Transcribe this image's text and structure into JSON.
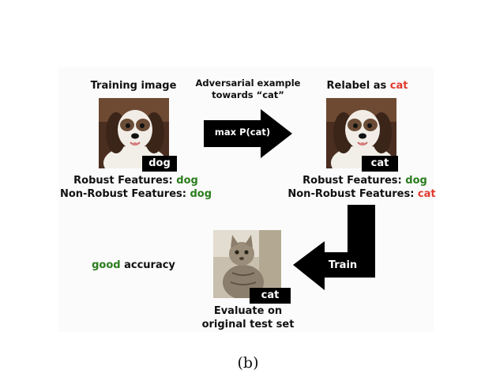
{
  "left": {
    "title": "Training image",
    "tag": "dog",
    "robust_prefix": "Robust Features: ",
    "robust_value": "dog",
    "nonrobust_prefix": "Non-Robust Features: ",
    "nonrobust_value": "dog"
  },
  "middle": {
    "title_line1": "Adversarial example",
    "title_line2": "towards “cat”",
    "arrow_label": "max P(cat)"
  },
  "right": {
    "title_prefix": "Relabel as ",
    "title_value": "cat",
    "tag": "cat",
    "robust_prefix": "Robust Features: ",
    "robust_value": "dog",
    "nonrobust_prefix": "Non-Robust Features: ",
    "nonrobust_value": "cat"
  },
  "bottom": {
    "train_label": "Train",
    "tag": "cat",
    "eval_line1": "Evaluate on",
    "eval_line2": "original test set",
    "result_value": "good",
    "result_suffix": " accuracy"
  },
  "caption": "(b)",
  "colors": {
    "green": "#2a7d1d",
    "red": "#e03a2e",
    "arrow": "#000000"
  },
  "icons": {
    "dog_image": "dog-photo",
    "cat_image": "cat-photo"
  }
}
